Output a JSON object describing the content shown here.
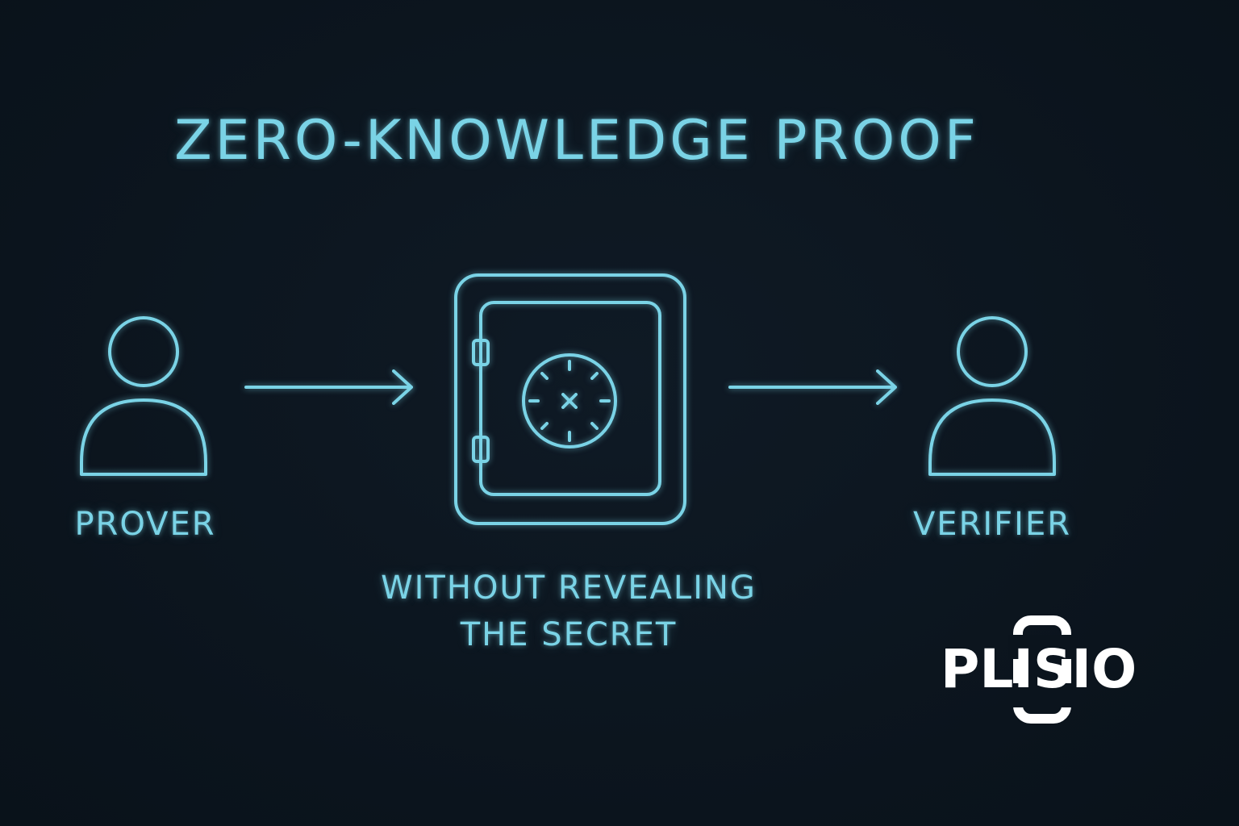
{
  "title": "ZERO-KNOWLEDGE PROOF",
  "prover": {
    "label": "PROVER",
    "icon": "person-icon"
  },
  "verifier": {
    "label": "VERIFIER",
    "icon": "person-icon"
  },
  "vault": {
    "icon": "safe-icon"
  },
  "caption": {
    "line1": "WITHOUT REVEALING",
    "line2": "THE SECRET"
  },
  "logo": {
    "text": "PLISIO"
  },
  "colors": {
    "background": "#0c1620",
    "accent": "#7ad3e6",
    "logo": "#ffffff"
  }
}
